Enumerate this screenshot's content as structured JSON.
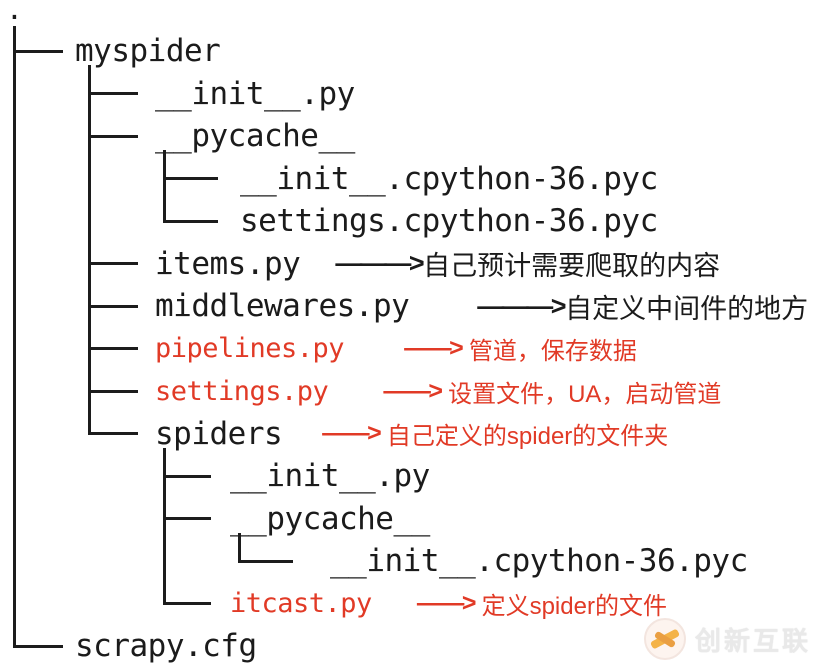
{
  "page": {
    "background": "#ffffff"
  },
  "colors": {
    "text": "#1b1b1b",
    "highlight_red": "#e13a26",
    "watermark_text": "#e7e7e7",
    "watermark_logo_yellow": "#f3ab34"
  },
  "tree": {
    "rows": [
      {
        "name": "."
      },
      {
        "name": "myspider"
      },
      {
        "name": "__init__.py"
      },
      {
        "name": "__pycache__"
      },
      {
        "name": "__init__.cpython-36.pyc"
      },
      {
        "name": "settings.cpython-36.pyc"
      },
      {
        "name": "items.py",
        "annotation_arrow": "———>",
        "annotation_text": "自己预计需要爬取的内容"
      },
      {
        "name": "middlewares.py",
        "annotation_arrow": "———>",
        "annotation_text": "自定义中间件的地方"
      },
      {
        "name": "pipelines.py",
        "annotation_arrow": "——>",
        "annotation_text": " 管道，保存数据"
      },
      {
        "name": "settings.py",
        "annotation_arrow": "——>",
        "annotation_text": " 设置文件，UA，启动管道"
      },
      {
        "name": "spiders",
        "annotation_arrow": "——>",
        "annotation_text": " 自己定义的spider的文件夹"
      },
      {
        "name": "__init__.py"
      },
      {
        "name": "__pycache__"
      },
      {
        "name": "__init__.cpython-36.pyc"
      },
      {
        "name": "itcast.py",
        "annotation_arrow": "——>",
        "annotation_text": " 定义spider的文件"
      },
      {
        "name": "scrapy.cfg"
      }
    ]
  },
  "watermark": {
    "brand": "创新互联"
  }
}
